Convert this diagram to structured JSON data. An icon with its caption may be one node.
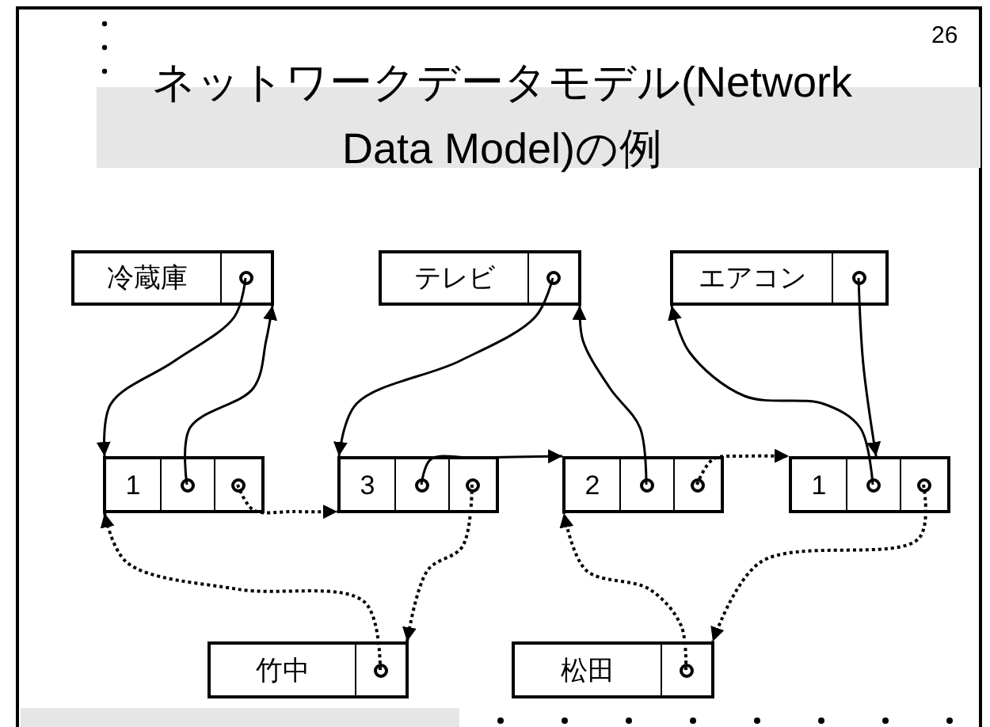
{
  "diagram": {
    "title": "ネットワークデータモデル(Network Data Model)の例",
    "nodes": [
      {
        "text": [
          "冷蔵庫"
        ]
      },
      {
        "text": [
          "テレビ"
        ]
      },
      {
        "text": [
          "エアコン"
        ]
      },
      {
        "text": [
          "1"
        ]
      },
      {
        "text": [
          "3"
        ]
      },
      {
        "text": [
          "2"
        ]
      },
      {
        "text": [
          "1"
        ]
      },
      {
        "text": [
          "竹中"
        ]
      },
      {
        "text": [
          "松田"
        ]
      }
    ],
    "edges": [
      {
        "from": 0,
        "to": 3,
        "arrow": "to"
      },
      {
        "from": 3,
        "to": 0,
        "arrow": "to"
      },
      {
        "from": 1,
        "to": 4,
        "arrow": "to"
      },
      {
        "from": 4,
        "to": 5,
        "arrow": "to"
      },
      {
        "from": 5,
        "to": 1,
        "arrow": "to"
      },
      {
        "from": 2,
        "to": 6,
        "arrow": "to"
      },
      {
        "from": 6,
        "to": 2,
        "arrow": "to"
      },
      {
        "from": 3,
        "to": 4,
        "arrow": "to",
        "style": "dashed"
      },
      {
        "from": 4,
        "to": 7,
        "arrow": "to",
        "style": "dashed"
      },
      {
        "from": 7,
        "to": 3,
        "arrow": "to",
        "style": "dashed"
      },
      {
        "from": 5,
        "to": 6,
        "arrow": "to",
        "style": "dashed"
      },
      {
        "from": 6,
        "to": 8,
        "arrow": "to",
        "style": "dashed"
      },
      {
        "from": 8,
        "to": 5,
        "arrow": "to",
        "style": "dashed"
      }
    ],
    "labels": [
      "26"
    ]
  }
}
